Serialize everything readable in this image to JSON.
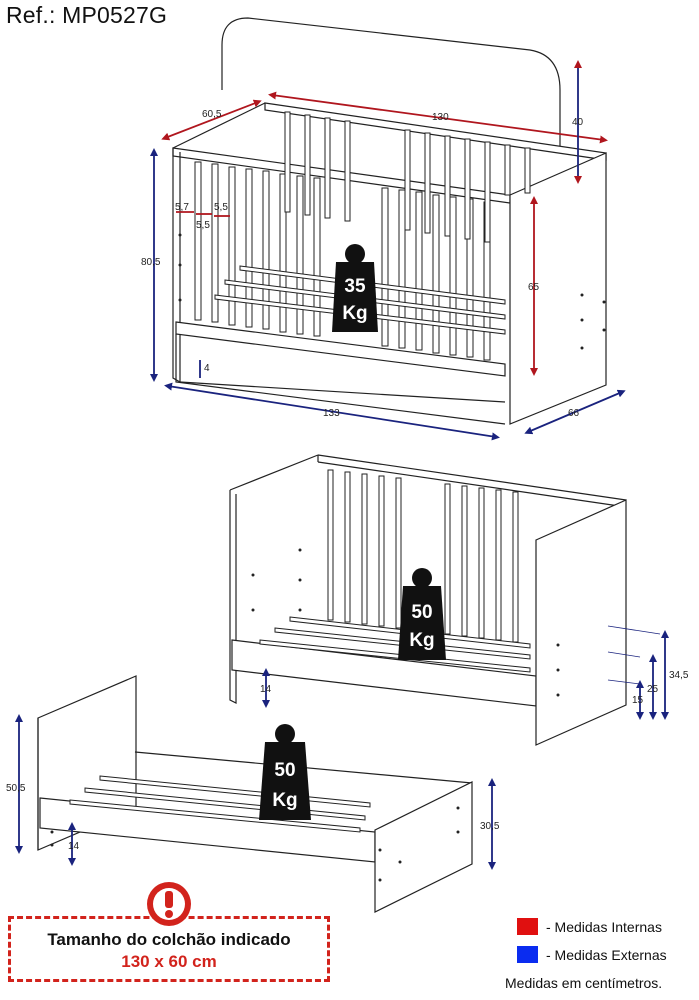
{
  "header": {
    "ref": "Ref.: MP0527G"
  },
  "crib": {
    "dims": {
      "depth_top": "60,5",
      "length_inner": "130",
      "headboard": "40",
      "height_total": "80,5",
      "slat_a": "5,7",
      "slat_b": "5,5",
      "slat_c": "5,5",
      "rail_height": "65",
      "base_gap": "4",
      "length_outer": "133",
      "depth_outer": "66"
    },
    "weight": {
      "value": "35",
      "unit": "Kg"
    }
  },
  "sofa_bed": {
    "dims": {
      "height_a": "34,5",
      "height_b": "25",
      "height_c": "15",
      "floor_gap": "14"
    },
    "weight": {
      "value": "50",
      "unit": "Kg"
    }
  },
  "bed": {
    "dims": {
      "head_height": "50,5",
      "foot_height": "30,5",
      "floor_gap": "14"
    },
    "weight": {
      "value": "50",
      "unit": "Kg"
    }
  },
  "notice": {
    "mattress_label": "Tamanho do colchão indicado",
    "mattress_size": "130 x 60 cm"
  },
  "legend": {
    "internal": "- Medidas Internas",
    "external": "- Medidas Externas",
    "units": "Medidas em centímetros."
  },
  "colors": {
    "internal": "#e01010",
    "external": "#0a2cf0",
    "dim_internal": "#b0161e",
    "dim_external": "#1a237e",
    "warning": "#d2231c"
  }
}
